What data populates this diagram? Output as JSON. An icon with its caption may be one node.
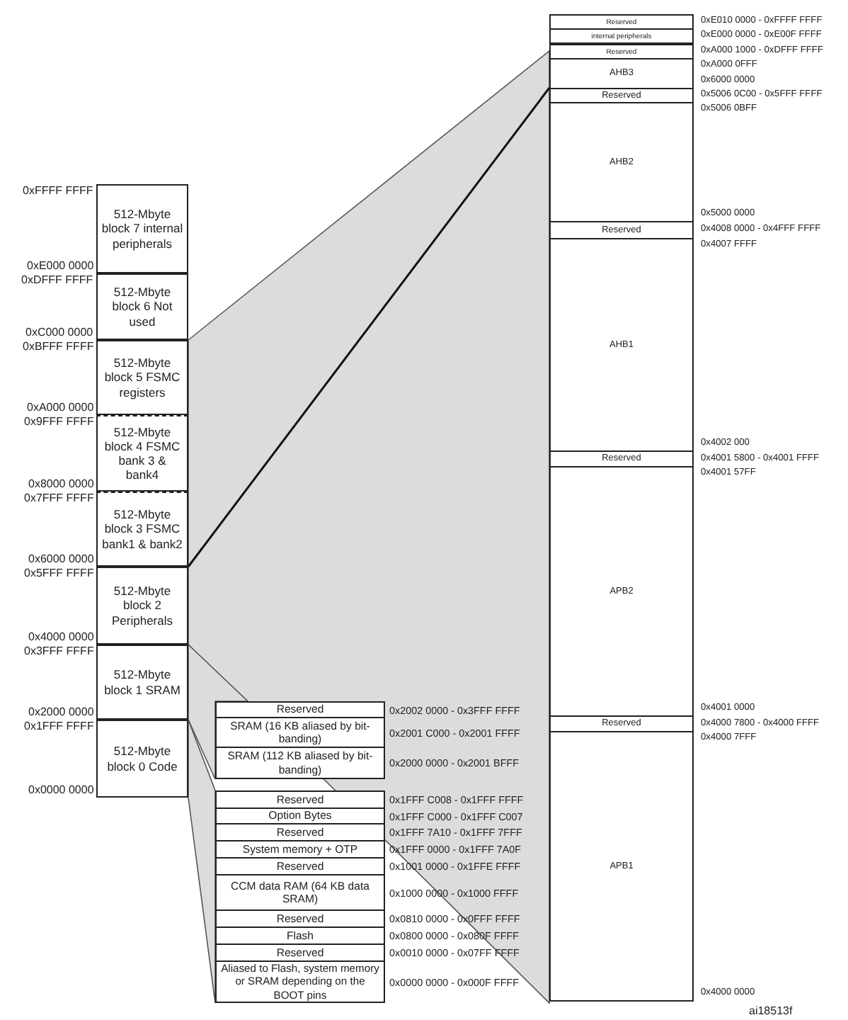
{
  "diagram": {
    "nodes": [
      {
        "text": [
          "512-Mbyte block 7 internal peripherals"
        ],
        "beside": [
          "0xFFFF FFFF",
          "0xE000 0000"
        ]
      },
      {
        "text": [
          "512-Mbyte block 6 Not used"
        ],
        "beside": [
          "0xDFFF FFFF",
          "0xC000 0000"
        ]
      },
      {
        "text": [
          "512-Mbyte block 5 FSMC registers"
        ],
        "beside": [
          "0xBFFF FFFF",
          "0xA000 0000"
        ]
      },
      {
        "text": [
          "512-Mbyte block 4 FSMC bank 3 & bank4"
        ],
        "beside": [
          "0x9FFF FFFF",
          "0x8000 0000"
        ]
      },
      {
        "text": [
          "512-Mbyte block 3 FSMC bank1 & bank2"
        ],
        "beside": [
          "0x7FFF FFFF",
          "0x6000 0000"
        ]
      },
      {
        "text": [
          "512-Mbyte block 2 Peripherals"
        ],
        "beside": [
          "0x5FFF FFFF",
          "0x4000 0000"
        ]
      },
      {
        "text": [
          "512-Mbyte block 1 SRAM"
        ],
        "beside": [
          "0x3FFF FFFF",
          "0x2000 0000"
        ]
      },
      {
        "text": [
          "512-Mbyte block 0 Code"
        ],
        "beside": [
          "0x1FFF FFFF",
          "0x0000 0000"
        ]
      },
      {
        "text": [
          "Reserved"
        ],
        "beside": [
          "0x2002 0000 - 0x3FFF FFFF"
        ]
      },
      {
        "text": [
          "SRAM (16 KB aliased by bit-banding)"
        ],
        "beside": [
          "0x2001 C000 - 0x2001 FFFF"
        ]
      },
      {
        "text": [
          "SRAM (112 KB aliased by bit-banding)"
        ],
        "beside": [
          "0x2000 0000 - 0x2001 BFFF"
        ]
      },
      {
        "text": [
          "Reserved"
        ],
        "beside": [
          "0x1FFF C008 - 0x1FFF FFFF"
        ]
      },
      {
        "text": [
          "Option Bytes"
        ],
        "beside": [
          "0x1FFF C000 - 0x1FFF C007"
        ]
      },
      {
        "text": [
          "Reserved"
        ],
        "beside": [
          "0x1FFF 7A10 - 0x1FFF 7FFF"
        ]
      },
      {
        "text": [
          "System memory + OTP"
        ],
        "beside": [
          "0x1FFF 0000 - 0x1FFF 7A0F"
        ]
      },
      {
        "text": [
          "Reserved"
        ],
        "beside": [
          "0x1001 0000 - 0x1FFE FFFF"
        ]
      },
      {
        "text": [
          "CCM data RAM (64 KB data SRAM)"
        ],
        "beside": [
          "0x1000 0000 - 0x1000 FFFF"
        ]
      },
      {
        "text": [
          "Reserved"
        ],
        "beside": [
          "0x0810 0000 - 0x0FFF FFFF"
        ]
      },
      {
        "text": [
          "Flash"
        ],
        "beside": [
          "0x0800 0000 - 0x080F FFFF"
        ]
      },
      {
        "text": [
          "Reserved"
        ],
        "beside": [
          "0x0010 0000 - 0x07FF FFFF"
        ]
      },
      {
        "text": [
          "Aliased to Flash, system memory or SRAM depending on the BOOT pins"
        ],
        "beside": [
          "0x0000 0000 - 0x000F FFFF"
        ]
      },
      {
        "text": [
          "Reserved"
        ],
        "beside": [
          "0xE010 0000 - 0xFFFF FFFF"
        ]
      },
      {
        "text": [
          "internal peripherals"
        ],
        "beside": [
          "0xE000 0000 - 0xE00F FFFF"
        ]
      },
      {
        "text": [
          "Reserved"
        ],
        "beside": [
          "0xA000 1000 - 0xDFFF FFFF"
        ]
      },
      {
        "text": [
          "AHB3"
        ],
        "beside": [
          "0xA000 0FFF",
          "0x6000 0000"
        ]
      },
      {
        "text": [
          "Reserved"
        ],
        "beside": [
          "0x5006 0C00 - 0x5FFF FFFF"
        ]
      },
      {
        "text": [
          "AHB2"
        ],
        "beside": [
          "0x5006 0BFF",
          "0x5000 0000"
        ]
      },
      {
        "text": [
          "Reserved"
        ],
        "beside": [
          "0x4008 0000 - 0x4FFF FFFF"
        ]
      },
      {
        "text": [
          "AHB1"
        ],
        "beside": [
          "0x4007 FFFF",
          "0x4002 000"
        ]
      },
      {
        "text": [
          "Reserved"
        ],
        "beside": [
          "0x4001 5800 - 0x4001 FFFF"
        ]
      },
      {
        "text": [
          "APB2"
        ],
        "beside": [
          "0x4001 57FF",
          "0x4001 0000"
        ]
      },
      {
        "text": [
          "Reserved"
        ],
        "beside": [
          "0x4000 7800 - 0x4000 FFFF"
        ]
      },
      {
        "text": [
          "APB1"
        ],
        "beside": [
          "0x4000 7FFF",
          "0x4000 0000"
        ]
      }
    ],
    "labels": [
      "ai18513f"
    ]
  }
}
